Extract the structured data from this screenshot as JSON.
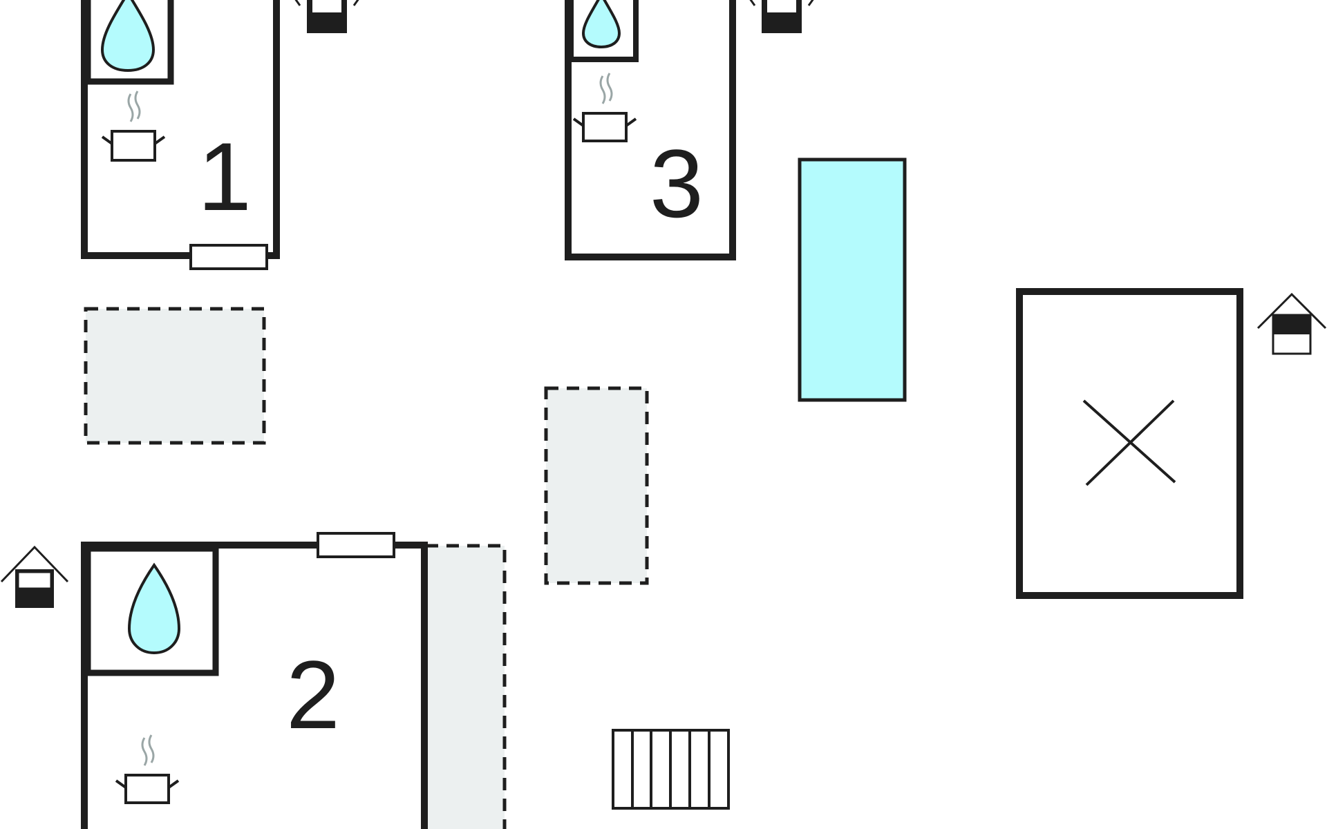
{
  "units": [
    {
      "id": "unit-1",
      "number": "1"
    },
    {
      "id": "unit-2",
      "number": "2"
    },
    {
      "id": "unit-3",
      "number": "3"
    }
  ],
  "colors": {
    "wall": "#1e1e1e",
    "water": "#b4fbfd",
    "terrace": "#ecf0f0",
    "steam": "#9aa6a6",
    "background": "#ffffff"
  },
  "icons": {
    "bathroom": "water-drop-icon",
    "kitchen": "cooking-pot-icon",
    "entrance": "house-entrance-icon",
    "window": "window-icon",
    "pool": "pool-icon",
    "fence": "fence-icon",
    "open_space": "cross-icon"
  }
}
